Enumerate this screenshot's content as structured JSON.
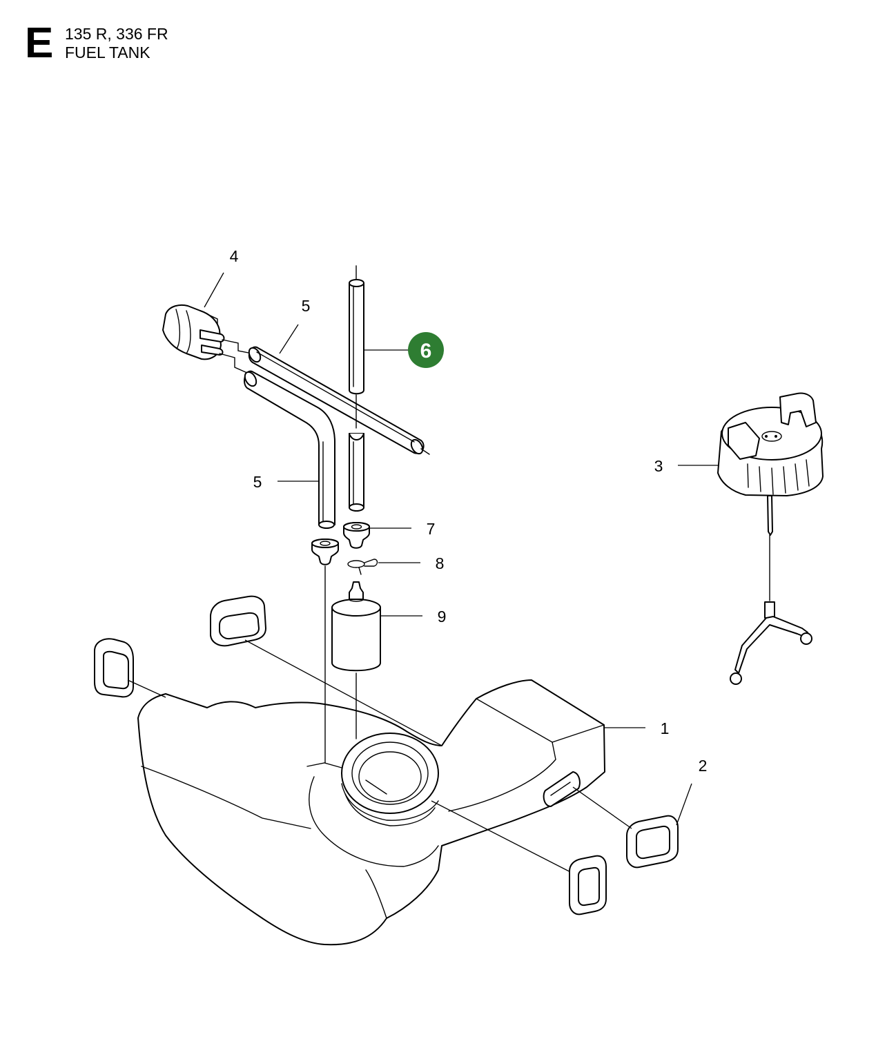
{
  "header": {
    "section_letter": "E",
    "models": "135 R, 336 FR",
    "assembly_title": "FUEL TANK"
  },
  "callouts": {
    "fuel_tank": "1",
    "grommet": "2",
    "fuel_cap": "3",
    "tank_vent": "4",
    "fuel_hose_upper": "5",
    "fuel_hose_lower": "5",
    "hose_highlighted": "6",
    "hose_grommet": "7",
    "hose_clip": "8",
    "fuel_filter": "9"
  },
  "highlight_color": "#2e7d32"
}
